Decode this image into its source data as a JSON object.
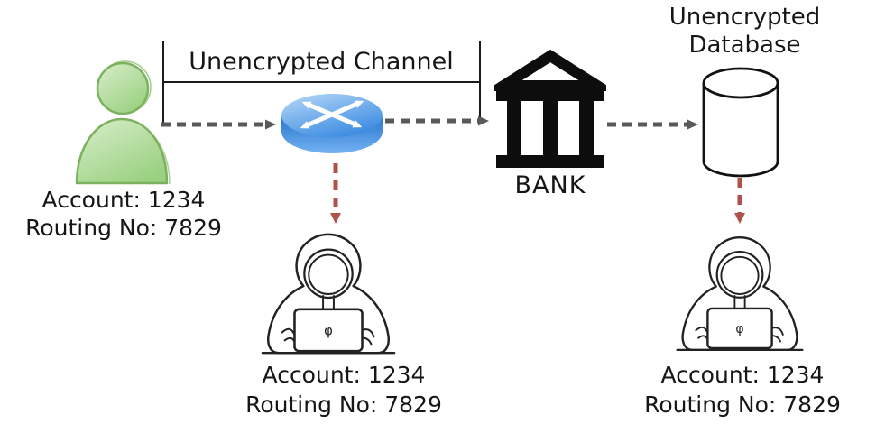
{
  "channel": {
    "label": "Unencrypted Channel"
  },
  "bank": {
    "label": "BANK"
  },
  "database": {
    "label": "Unencrypted Database"
  },
  "sender": {
    "account": "Account: 1234",
    "routing": "Routing No: 7829"
  },
  "channel_attacker": {
    "account": "Account: 1234",
    "routing": "Routing No: 7829"
  },
  "database_attacker": {
    "account": "Account: 1234",
    "routing": "Routing No: 7829"
  },
  "hacker_laptop_glyph": "φ",
  "icons": {
    "user": "user-icon",
    "router": "router-icon",
    "bank": "bank-icon",
    "database": "database-icon",
    "hacker_left": "hacker-icon",
    "hacker_right": "hacker-icon"
  },
  "colors": {
    "flow_arrow_gray": "#595959",
    "intercept_arrow_red": "#b0524c",
    "router_blue": "#3e8de2",
    "person_green_fill": "#9ad181",
    "person_green_stroke": "#7cb25f",
    "line_black": "#1a1a1a"
  }
}
